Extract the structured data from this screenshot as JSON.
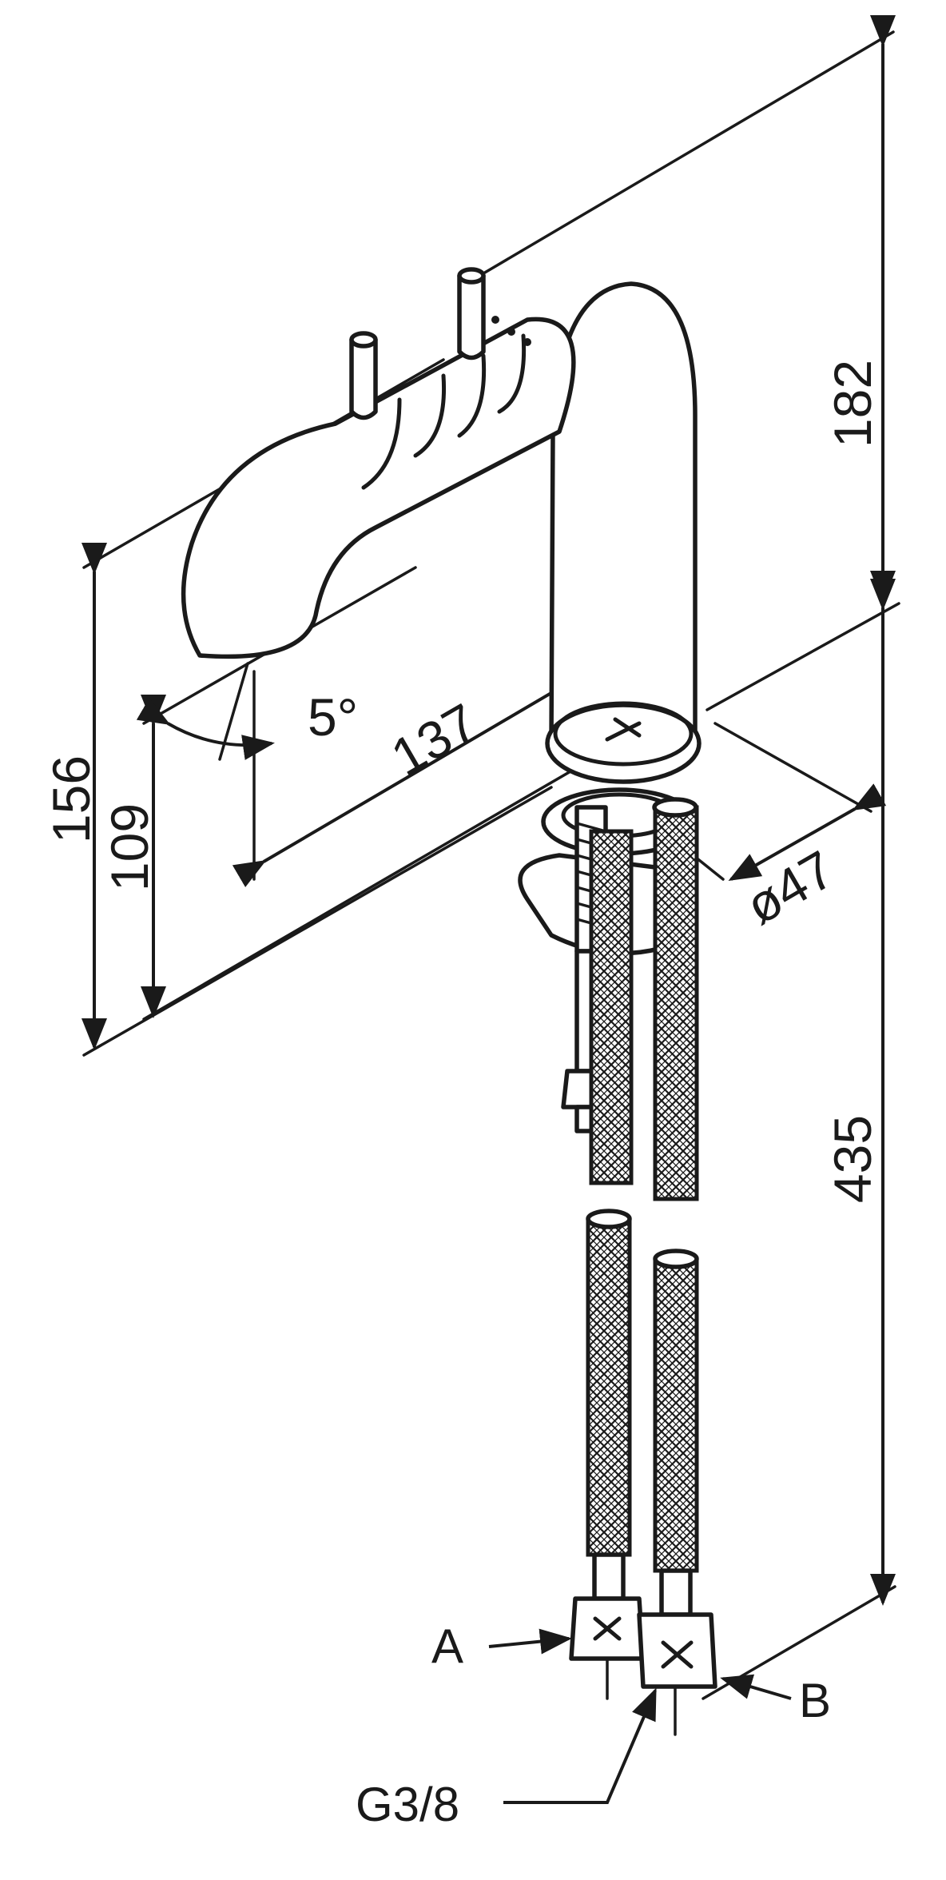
{
  "labels": {
    "dim_182": "182",
    "dim_156": "156",
    "dim_109": "109",
    "dim_137": "137",
    "dim_angle": "5°",
    "dim_diameter": "ø47",
    "dim_435": "435",
    "callout_a": "A",
    "callout_b": "B",
    "callout_thread": "G3/8"
  },
  "colors": {
    "line": "#1a1a1a",
    "paper": "#ffffff"
  }
}
